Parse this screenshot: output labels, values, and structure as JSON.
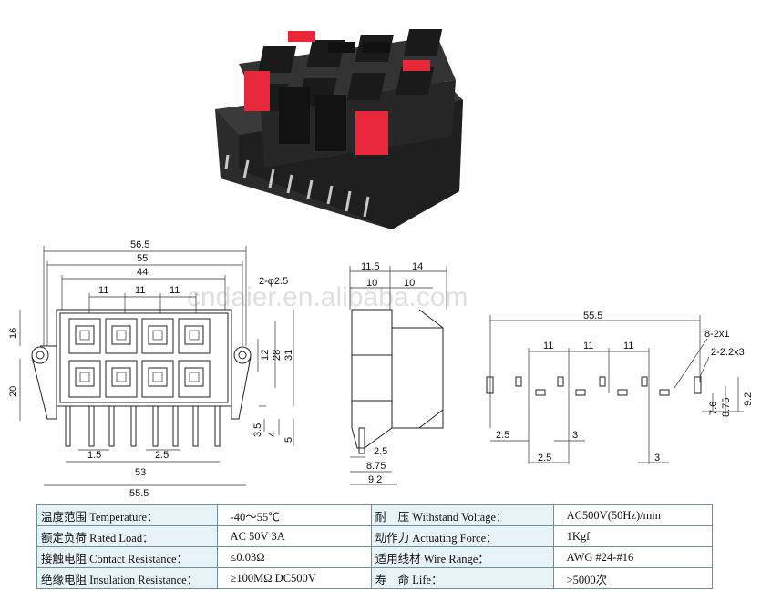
{
  "watermark": "cndaier.en.alibaba.com",
  "front_view": {
    "dims": [
      "56.5",
      "55",
      "44",
      "11",
      "11",
      "11",
      "2-φ2.5",
      "16",
      "20",
      "12",
      "28",
      "31",
      "3.5",
      "4",
      "5",
      "1.5",
      "2.5",
      "53",
      "55.5"
    ]
  },
  "side_view": {
    "dims": [
      "11.5",
      "14",
      "10",
      "10",
      "2.5",
      "8.75",
      "9.2"
    ]
  },
  "pcb_layout": {
    "dims": [
      "55.5",
      "8-2x1",
      "2-2.2x3",
      "11",
      "11",
      "11",
      "7.6",
      "8.75",
      "9.2",
      "2.5",
      "3",
      "2.5",
      "3"
    ]
  },
  "specs": [
    {
      "label": "温度范围 Temperature：",
      "value": "-40～55℃",
      "label2": "耐　压 Withstand Voltage：",
      "value2": "AC500V(50Hz)/min"
    },
    {
      "label": "额定负荷 Rated Load：",
      "value": "AC  50V  3A",
      "label2": "动作力 Actuating Force：",
      "value2": "1Kgf"
    },
    {
      "label": "接触电阻 Contact Resistance：",
      "value": "≤0.03Ω",
      "label2": "适用线材 Wire Range：",
      "value2": "AWG  #24-#16"
    },
    {
      "label": "绝缘电阻 Insulation Resistance：",
      "value": "≥100MΩ  DC500V",
      "label2": "寿　命 Life：",
      "value2": ">5000次"
    }
  ],
  "colors": {
    "housing": "#2a2a2a",
    "red_lever": "#e8283a",
    "table_bg": "#e8f3f8",
    "table_border": "#6e8fa0"
  }
}
